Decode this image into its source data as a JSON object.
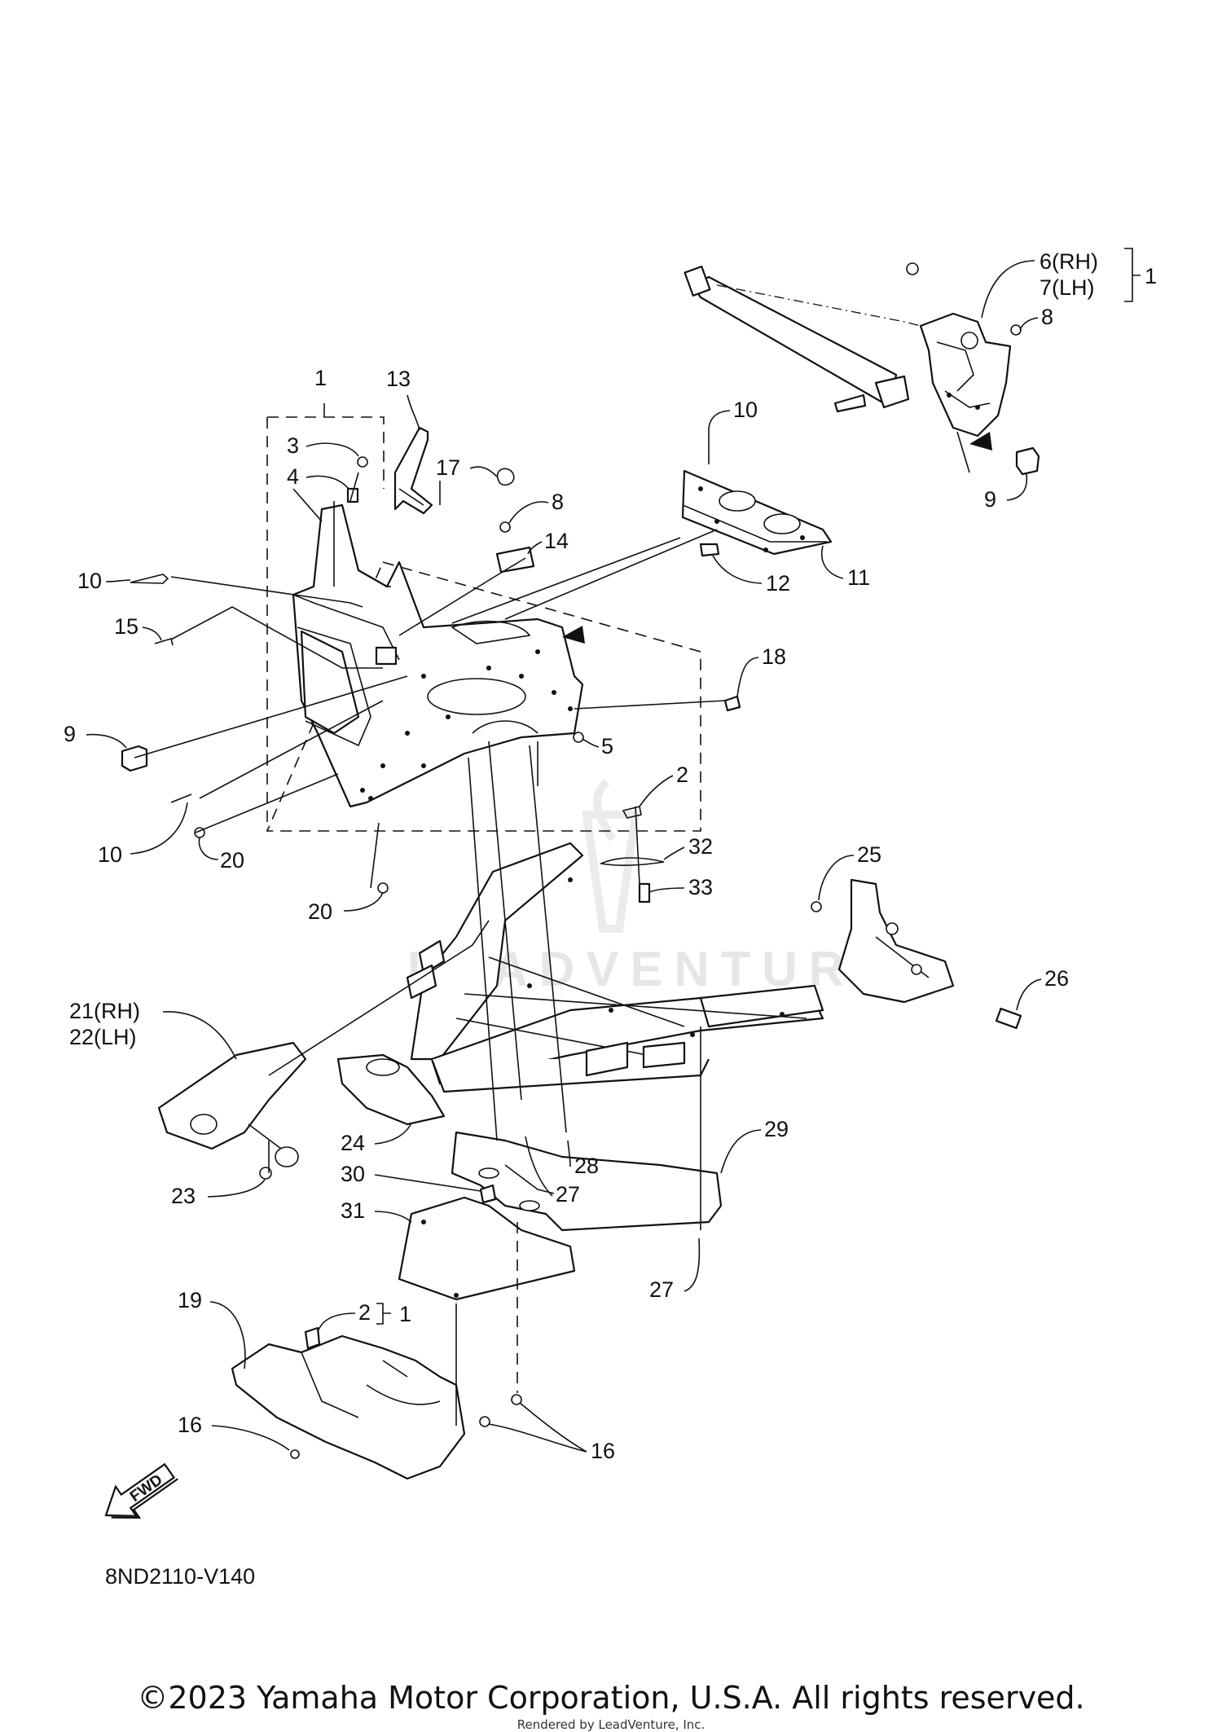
{
  "diagram": {
    "code": "8ND2110-V140",
    "copyright": "©2023 Yamaha Motor Corporation, U.S.A. All rights reserved.",
    "rendered_by": "Rendered by LeadVenture, Inc.",
    "watermark": "LEADVENTURE",
    "fwd_label": "FWD"
  },
  "callouts": {
    "c1_top": "1",
    "c3": "3",
    "c4": "4",
    "c13": "13",
    "c17": "17",
    "c8_left": "8",
    "c14": "14",
    "c10_a": "10",
    "c15": "15",
    "c9_left": "9",
    "c10_b": "10",
    "c20_a": "20",
    "c20_b": "20",
    "c5": "5",
    "c18": "18",
    "c2": "2",
    "c32": "32",
    "c33": "33",
    "c6": "6(RH)",
    "c7": "7(LH)",
    "c1_right": "1",
    "c8_right": "8",
    "c9_right": "9",
    "c10_top": "10",
    "c11": "11",
    "c12": "12",
    "c25": "25",
    "c26": "26",
    "c21": "21(RH)",
    "c22": "22(LH)",
    "c23": "23",
    "c24": "24",
    "c28": "28",
    "c29": "29",
    "c30": "30",
    "c27_a": "27",
    "c31": "31",
    "c27_b": "27",
    "c19": "19",
    "c2_bottom": "2",
    "c1_bottom": "1",
    "c16_a": "16",
    "c16_b": "16"
  }
}
